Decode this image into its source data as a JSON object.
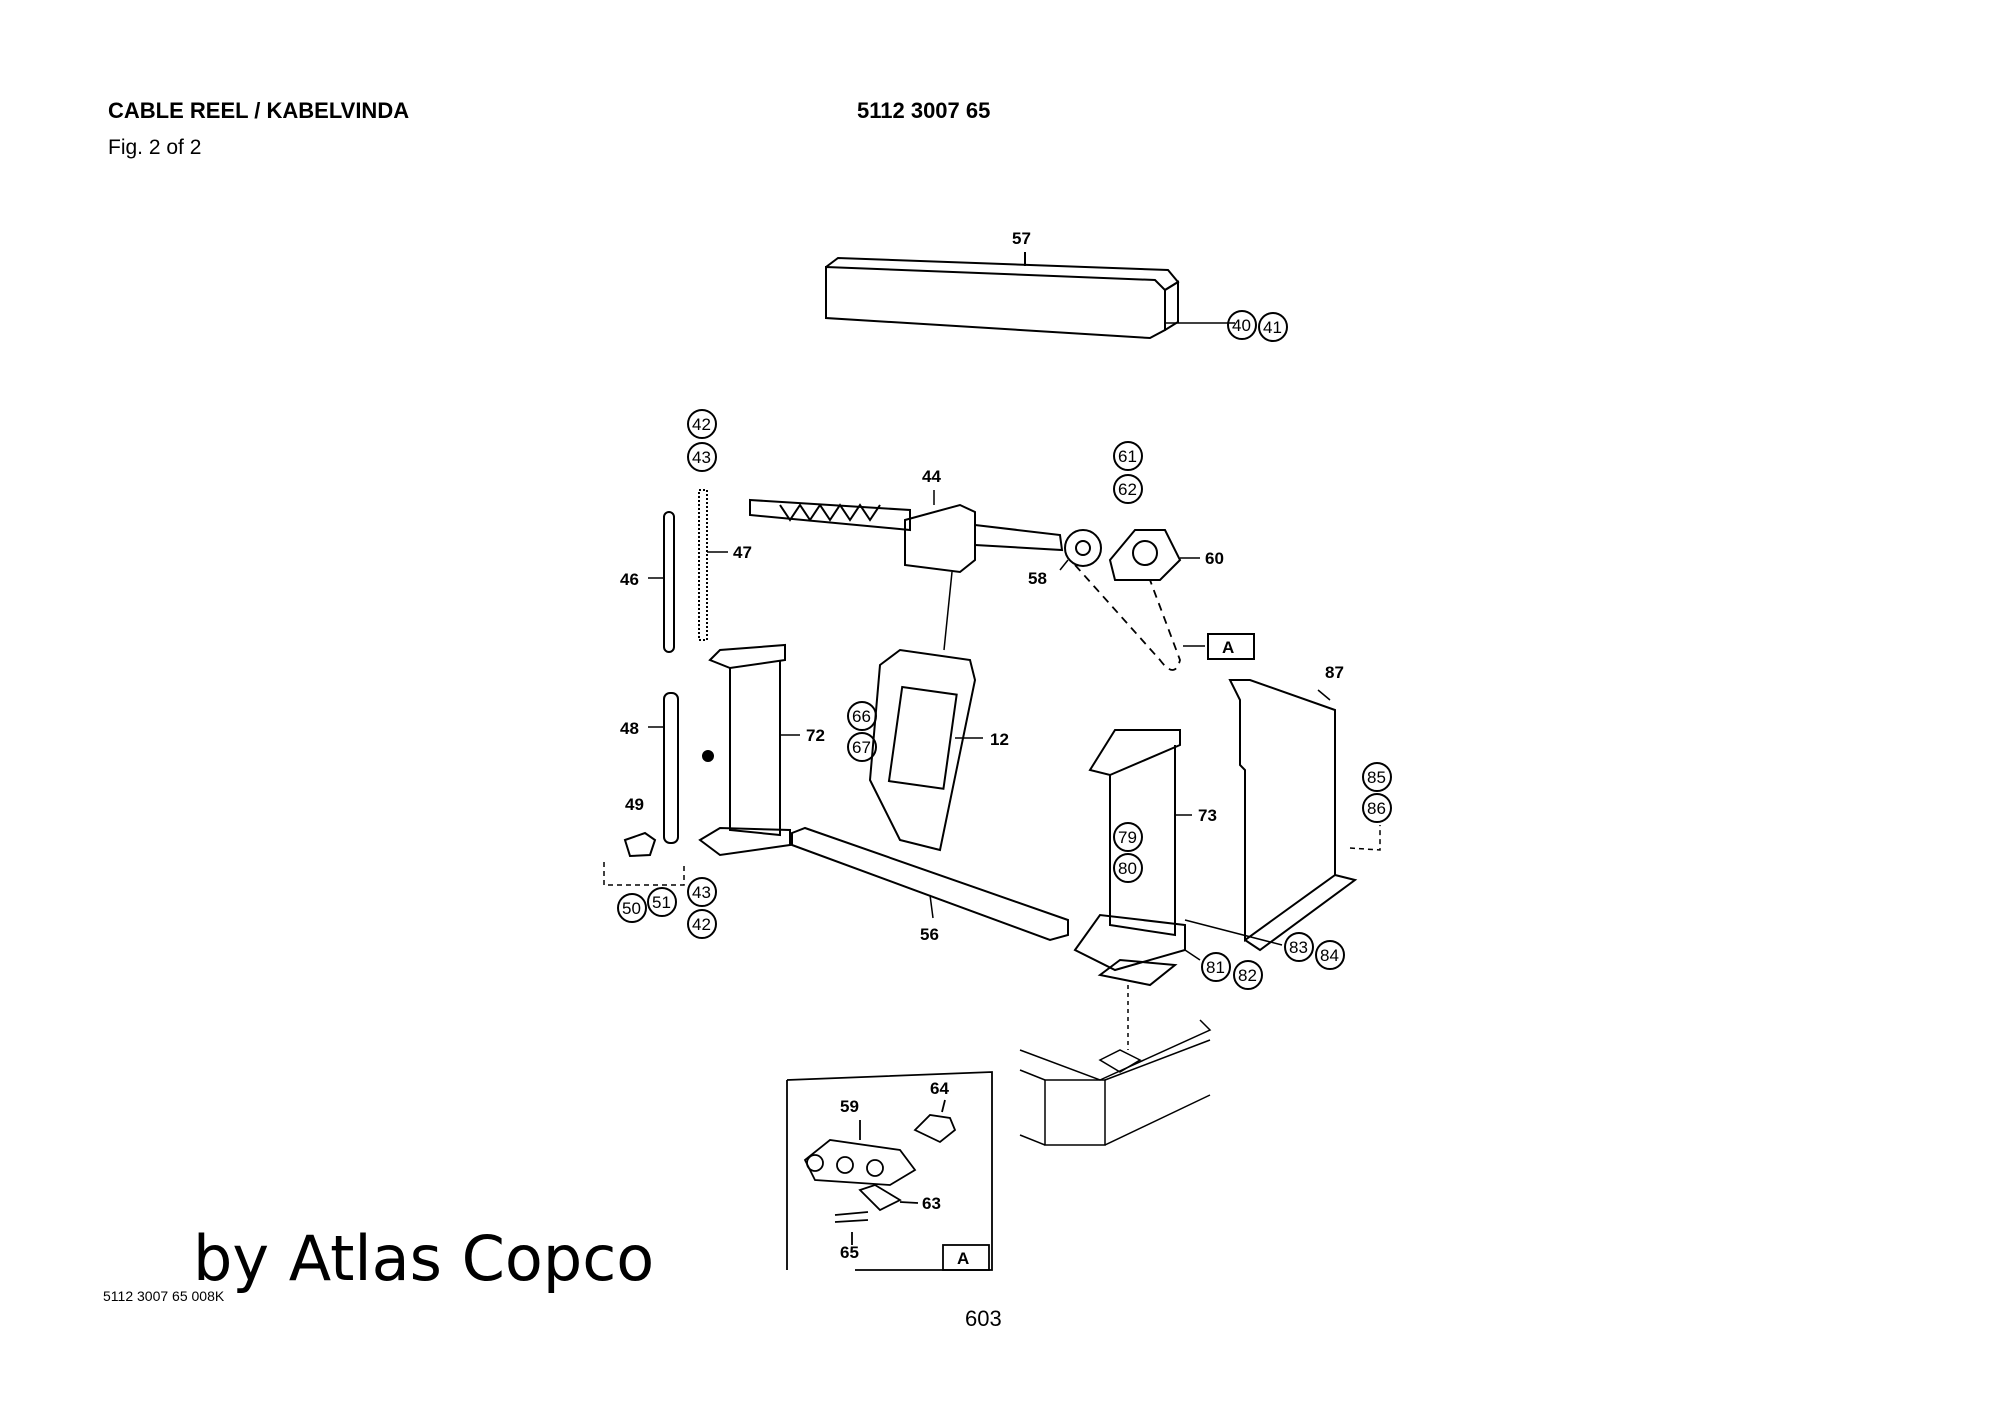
{
  "header": {
    "title": "CABLE REEL / KABELVINDA",
    "part_number": "5112 3007 65",
    "figure": "Fig. 2 of 2"
  },
  "footer": {
    "drawing_code": "5112 3007 65  008K",
    "page": "603"
  },
  "watermark": "by Atlas Copco",
  "callouts": {
    "c57": "57",
    "c40": "40",
    "c41": "41",
    "c42a": "42",
    "c43a": "43",
    "c44": "44",
    "c47": "47",
    "c46": "46",
    "c61": "61",
    "c62": "62",
    "c60": "60",
    "c58": "58",
    "cA1": "A",
    "c87": "87",
    "c66": "66",
    "c67": "67",
    "c12": "12",
    "c48": "48",
    "c72": "72",
    "c49": "49",
    "c73": "73",
    "c79": "79",
    "c80": "80",
    "c85": "85",
    "c86": "86",
    "c43b": "43",
    "c42b": "42",
    "c50": "50",
    "c51": "51",
    "c56": "56",
    "c81": "81",
    "c82": "82",
    "c83": "83",
    "c84": "84",
    "c59": "59",
    "c64": "64",
    "c63": "63",
    "c65": "65",
    "cA2": "A"
  }
}
